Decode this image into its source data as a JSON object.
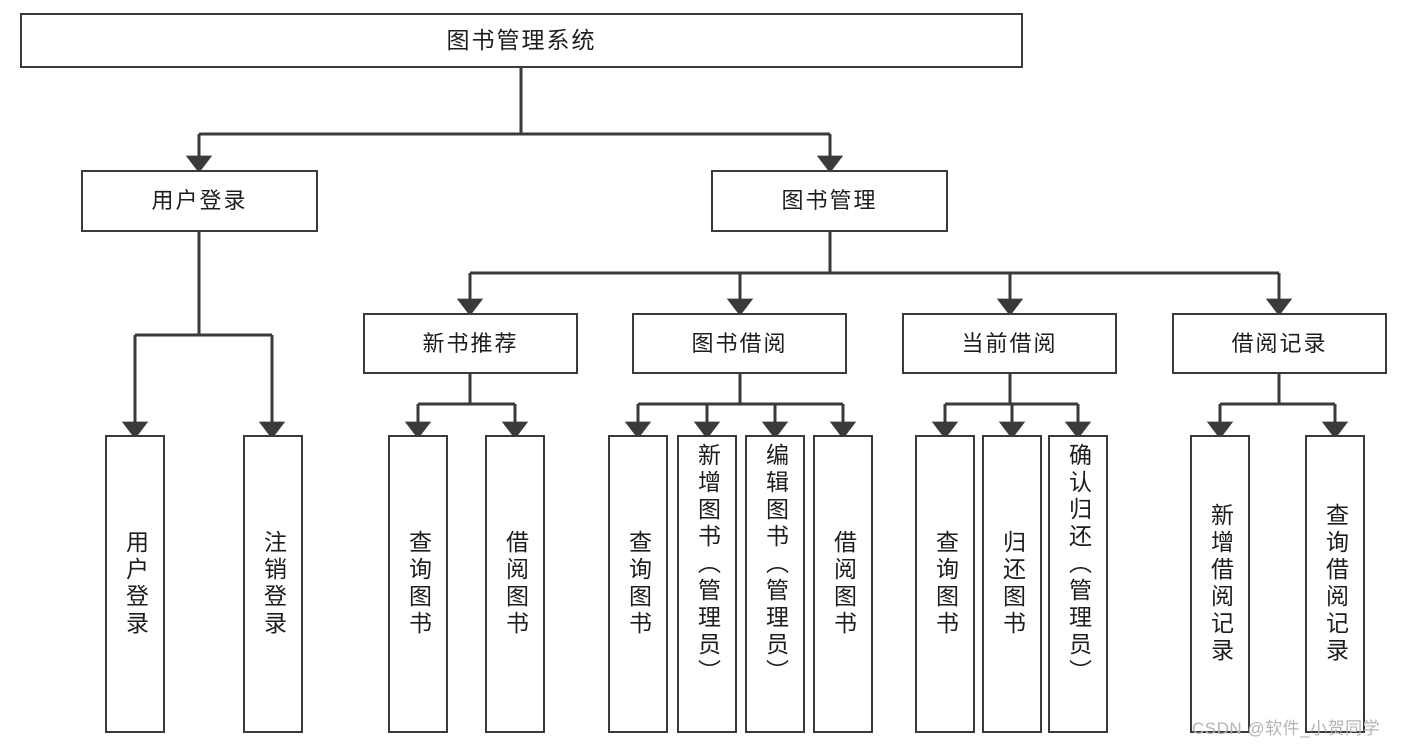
{
  "diagram": {
    "type": "tree-hierarchy",
    "title": "图书管理系统",
    "watermark": "CSDN @软件_小贺同学",
    "colors": {
      "box_border": "#3a3a3a",
      "box_fill": "#ffffff",
      "line": "#3a3a3a",
      "text": "#1d1d1d",
      "watermark": "#b4b4b4"
    },
    "levels": [
      {
        "level": 1,
        "nodes": [
          {
            "id": "root",
            "label": "图书管理系统",
            "orientation": "horizontal"
          }
        ]
      },
      {
        "level": 2,
        "nodes": [
          {
            "id": "login",
            "label": "用户登录",
            "orientation": "horizontal",
            "parent": "root"
          },
          {
            "id": "bookmgmt",
            "label": "图书管理",
            "orientation": "horizontal",
            "parent": "root"
          }
        ]
      },
      {
        "level": 3,
        "nodes": [
          {
            "id": "newbook",
            "label": "新书推荐",
            "orientation": "horizontal",
            "parent": "bookmgmt"
          },
          {
            "id": "borrow",
            "label": "图书借阅",
            "orientation": "horizontal",
            "parent": "bookmgmt"
          },
          {
            "id": "current",
            "label": "当前借阅",
            "orientation": "horizontal",
            "parent": "bookmgmt"
          },
          {
            "id": "records",
            "label": "借阅记录",
            "orientation": "horizontal",
            "parent": "bookmgmt"
          }
        ]
      },
      {
        "level": 4,
        "nodes": [
          {
            "id": "leaf-1",
            "label": "用户登录",
            "orientation": "vertical",
            "parent": "login"
          },
          {
            "id": "leaf-2",
            "label": "注销登录",
            "orientation": "vertical",
            "parent": "login"
          },
          {
            "id": "leaf-3",
            "label": "查询图书",
            "orientation": "vertical",
            "parent": "newbook"
          },
          {
            "id": "leaf-4",
            "label": "借阅图书",
            "orientation": "vertical",
            "parent": "newbook"
          },
          {
            "id": "leaf-5",
            "label": "查询图书",
            "orientation": "vertical",
            "parent": "borrow"
          },
          {
            "id": "leaf-6",
            "label": "新增图书（管理员）",
            "orientation": "vertical",
            "parent": "borrow"
          },
          {
            "id": "leaf-7",
            "label": "编辑图书（管理员）",
            "orientation": "vertical",
            "parent": "borrow"
          },
          {
            "id": "leaf-8",
            "label": "借阅图书",
            "orientation": "vertical",
            "parent": "borrow"
          },
          {
            "id": "leaf-9",
            "label": "查询图书",
            "orientation": "vertical",
            "parent": "current"
          },
          {
            "id": "leaf-10",
            "label": "归还图书",
            "orientation": "vertical",
            "parent": "current"
          },
          {
            "id": "leaf-11",
            "label": "确认归还（管理员）",
            "orientation": "vertical",
            "parent": "current"
          },
          {
            "id": "leaf-12",
            "label": "新增借阅记录",
            "orientation": "vertical",
            "parent": "records"
          },
          {
            "id": "leaf-13",
            "label": "查询借阅记录",
            "orientation": "vertical",
            "parent": "records"
          }
        ]
      }
    ]
  }
}
